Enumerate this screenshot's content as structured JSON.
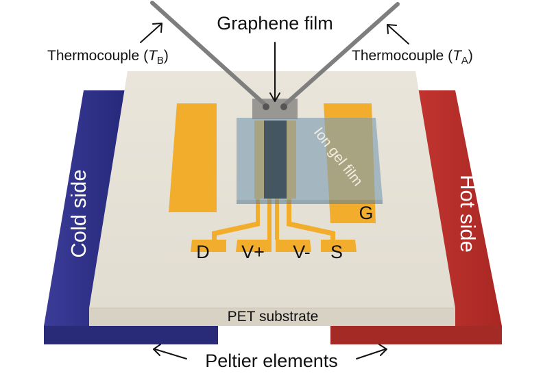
{
  "labels": {
    "graphene_film": "Graphene film",
    "thermocouple_b": {
      "prefix": "Thermocouple (",
      "symbol": "T",
      "subscript": "B",
      "suffix": ")"
    },
    "thermocouple_a": {
      "prefix": "Thermocouple (",
      "symbol": "T",
      "subscript": "A",
      "suffix": ")"
    },
    "cold_side": "Cold side",
    "hot_side": "Hot side",
    "ion_gel_film": "Ion gel film",
    "pet_substrate": "PET substrate",
    "peltier_elements": "Peltier elements",
    "electrodes": {
      "d": "D",
      "vplus": "V+",
      "vminus": "V-",
      "s": "S",
      "g": "G"
    }
  },
  "colors": {
    "cold_side": "#2e2f86",
    "hot_side": "#b8302c",
    "substrate_top": "#e7e3d8",
    "electrode": "#f2ad2d",
    "ion_gel": "#7a9db3",
    "graphene": "#3b4b59",
    "probe": "#8b8b8b"
  }
}
